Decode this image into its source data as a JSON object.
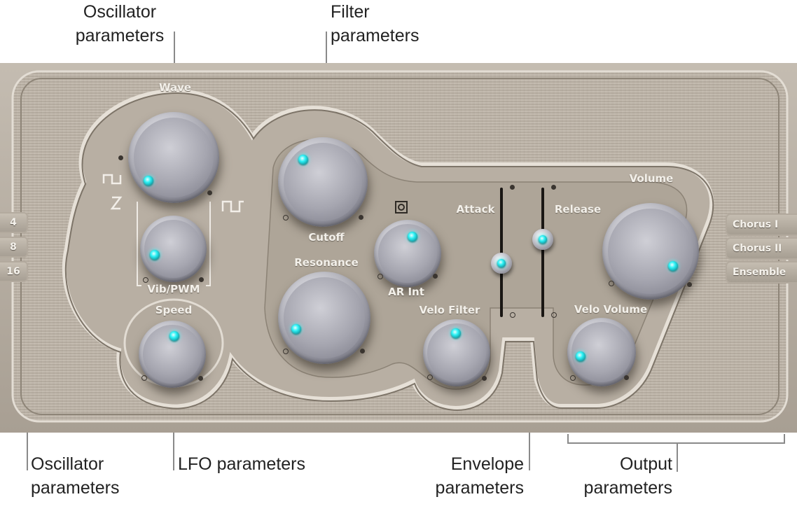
{
  "callouts": {
    "osc_top": {
      "line1": "Oscillator",
      "line2": "parameters"
    },
    "filter": {
      "line1": "Filter",
      "line2": "parameters"
    },
    "osc_bottom": {
      "line1": "Oscillator",
      "line2": "parameters"
    },
    "lfo": {
      "text": "LFO parameters"
    },
    "envelope": {
      "line1": "Envelope",
      "line2": "parameters"
    },
    "output": {
      "line1": "Output",
      "line2": "parameters"
    }
  },
  "panel": {
    "labels": {
      "wave": "Wave",
      "vib_pwm": "Vib/PWM",
      "speed": "Speed",
      "cutoff": "Cutoff",
      "resonance": "Resonance",
      "ar_int": "AR Int",
      "velo_filter": "Velo Filter",
      "attack": "Attack",
      "release": "Release",
      "volume": "Volume",
      "velo_volume": "Velo Volume"
    },
    "octave_buttons": [
      "4",
      "8",
      "16"
    ],
    "chorus_buttons": [
      "Chorus I",
      "Chorus II",
      "Ensemble"
    ],
    "colors": {
      "led": "#2df2f6",
      "panel": "#b9b0a4"
    }
  }
}
